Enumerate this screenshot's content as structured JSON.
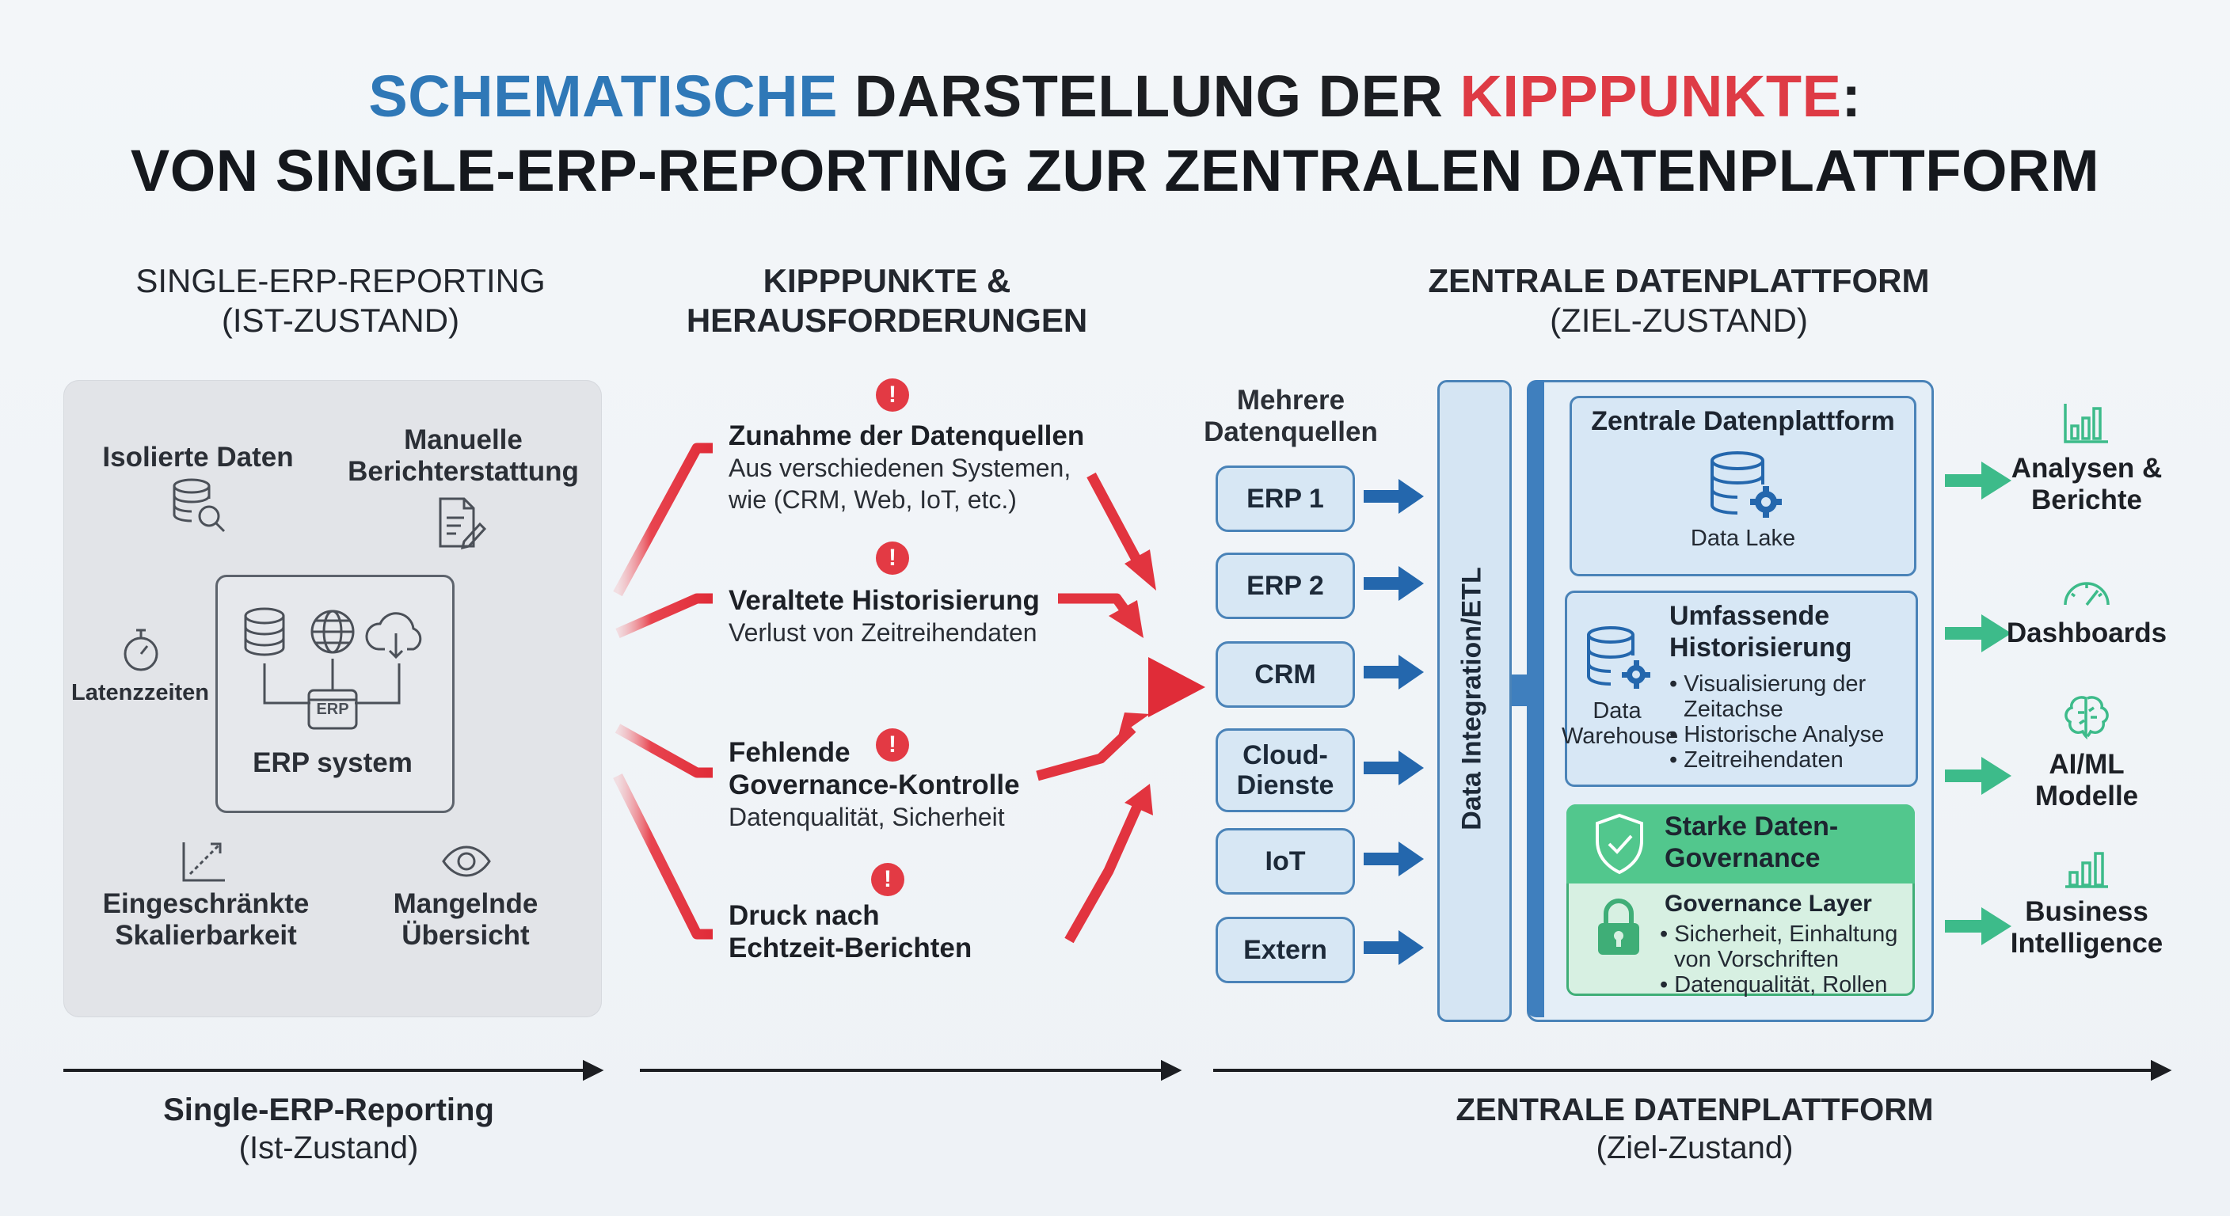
{
  "title": {
    "line1_part1": "SCHEMATISCHE",
    "line1_part2": "DARSTELLUNG DER",
    "line1_part3": "KIPPPUNKTE",
    "line1_part4": ":",
    "line2": "VON SINGLE-ERP-REPORTING ZUR ZENTRALEN DATENPLATTFORM"
  },
  "columns": {
    "left": {
      "line1": "SINGLE-ERP-REPORTING",
      "line2": "(IST-ZUSTAND)"
    },
    "middle": {
      "line1": "KIPPPUNKTE &",
      "line2": "HERAUSFORDERUNGEN"
    },
    "right": {
      "line1": "ZENTRALE DATENPLATTFORM",
      "line2": "(ZIEL-ZUSTAND)"
    }
  },
  "left_panel": {
    "isolated": "Isolierte Daten",
    "manual_line1": "Manuelle",
    "manual_line2": "Berichterstattung",
    "latency": "Latenzzeiten",
    "erp_small": "ERP",
    "erp_system": "ERP system",
    "scal_line1": "Eingeschränkte",
    "scal_line2": "Skalierbarkeit",
    "overview_line1": "Mangelnde",
    "overview_line2": "Übersicht"
  },
  "challenges": [
    {
      "title": "Zunahme der Datenquellen",
      "sub1": "Aus verschiedenen Systemen,",
      "sub2": "wie (CRM, Web, IoT, etc.)"
    },
    {
      "title": "Veraltete Historisierung",
      "sub1": "Verlust von Zeitreihendaten"
    },
    {
      "title1": "Fehlende",
      "title2": "Governance-Kontrolle",
      "sub1": "Datenqualität, Sicherheit"
    },
    {
      "title1": "Druck nach",
      "title2": "Echtzeit-Berichten"
    }
  ],
  "warning_symbol": "!",
  "sources": {
    "heading_line1": "Mehrere",
    "heading_line2": "Datenquellen",
    "items": [
      "ERP 1",
      "ERP 2",
      "CRM",
      "Cloud-|Dienste",
      "IoT",
      "Extern"
    ],
    "item_cloud_line1": "Cloud-",
    "item_cloud_line2": "Dienste"
  },
  "etl_label": "Data Integration/ETL",
  "platform": {
    "card1_title": "Zentrale Datenplattform",
    "card1_label": "Data Lake",
    "card2_title1": "Umfassende",
    "card2_title2": "Historisierung",
    "card2_icon_label1": "Data",
    "card2_icon_label2": "Warehouse",
    "card2_b1a": "• Visualisierung der",
    "card2_b1b": "Zeitachse",
    "card2_b2": "• Historische Analyse",
    "card2_b3": "• Zeitreihendaten",
    "card3_title1": "Starke Daten-",
    "card3_title2": "Governance",
    "card3_sub": "Governance Layer",
    "card3_b1a": "• Sicherheit, Einhaltung",
    "card3_b1b": "von Vorschriften",
    "card3_b2": "• Datenqualität, Rollen"
  },
  "outputs": {
    "o1_line1": "Analysen &",
    "o1_line2": "Berichte",
    "o2": "Dashboards",
    "o3_line1": "AI/ML",
    "o3_line2": "Modelle",
    "o4_line1": "Business",
    "o4_line2": "Intelligence"
  },
  "footer": {
    "left_line1": "Single-ERP-Reporting",
    "left_line2": "(Ist-Zustand)",
    "right_line1": "ZENTRALE DATENPLATTFORM",
    "right_line2": "(Ziel-Zustand)"
  },
  "colors": {
    "blue": "#2f78b7",
    "red": "#de3b45",
    "green": "#3dbb8a",
    "platform_border": "#4a83b8"
  }
}
